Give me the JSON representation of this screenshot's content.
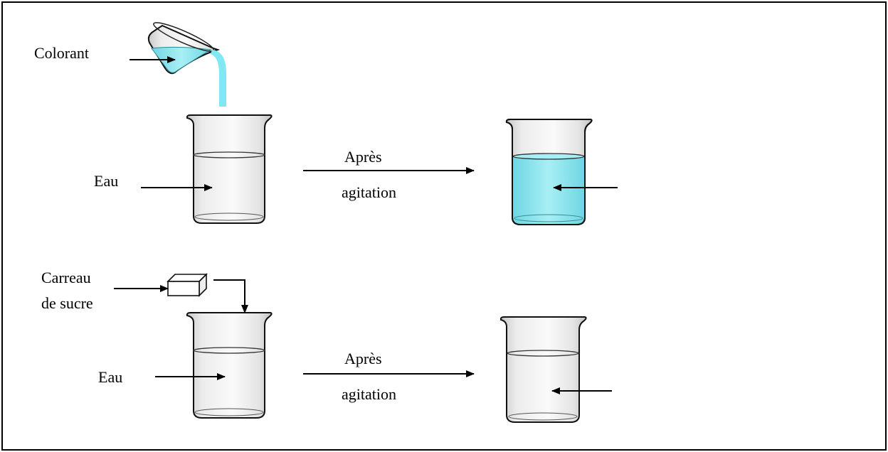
{
  "colors": {
    "frame": "#000000",
    "dye_liquid": "#8fe6ef",
    "dye_stream": "#7fe8f2",
    "glass": "#e2e2e2",
    "arrow": "#000000"
  },
  "experiment_1": {
    "dye_label": "Colorant",
    "water_label": "Eau",
    "transition_line1": "Après",
    "transition_line2": "agitation"
  },
  "experiment_2": {
    "sugar_label_line1": "Carreau",
    "sugar_label_line2": "de sucre",
    "water_label": "Eau",
    "transition_line1": "Après",
    "transition_line2": "agitation"
  }
}
